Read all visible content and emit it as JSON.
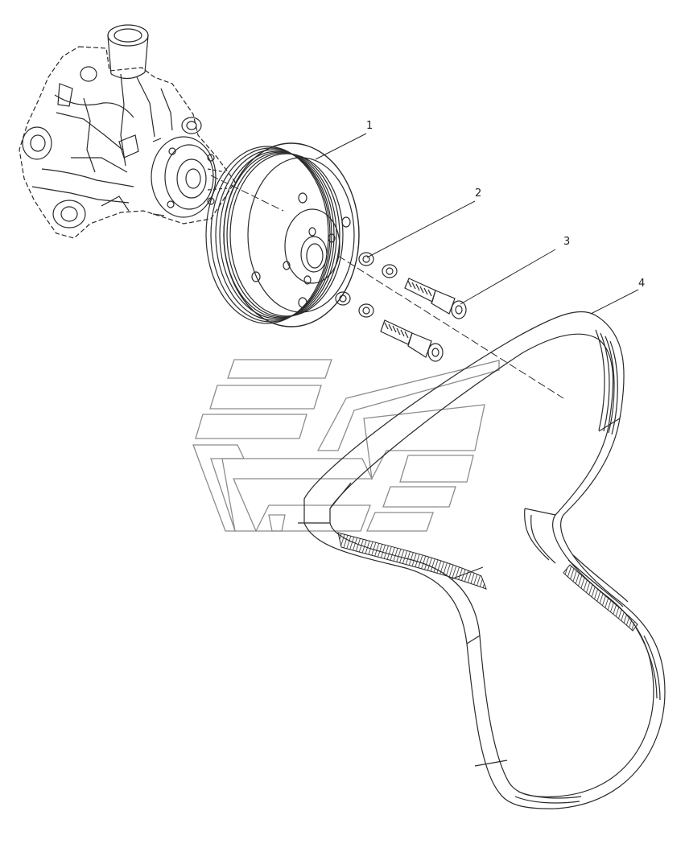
{
  "colors": {
    "line": "#2a2a2a",
    "hatch": "#3a3a3a",
    "watermark": "#8c8c8c",
    "background": "#ffffff"
  },
  "callouts": [
    {
      "label": "1",
      "part": "pulley"
    },
    {
      "label": "2",
      "part": "washer"
    },
    {
      "label": "3",
      "part": "bolt"
    },
    {
      "label": "4",
      "part": "belt"
    }
  ]
}
